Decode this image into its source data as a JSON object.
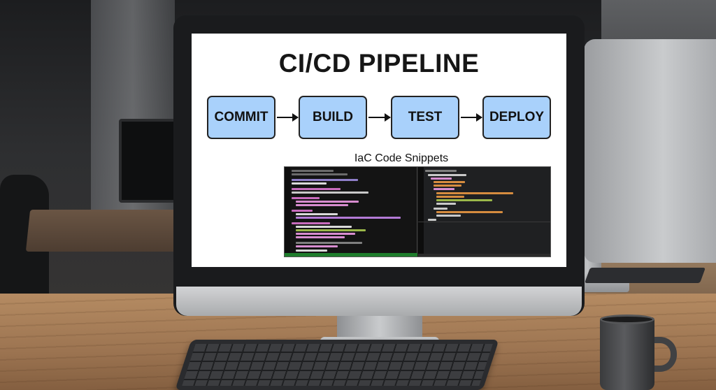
{
  "screen": {
    "title": "CI/CD PIPELINE",
    "stages": [
      {
        "label": "COMMIT"
      },
      {
        "label": "BUILD"
      },
      {
        "label": "TEST"
      },
      {
        "label": "DEPLOY"
      }
    ],
    "snippets_label": "IaC Code Snippets"
  },
  "colors": {
    "stage_fill": "#a9d1fb",
    "stage_border": "#222222",
    "status_bar": "#1e7d2c"
  },
  "icons": {
    "arrow": "arrow-right-icon"
  }
}
